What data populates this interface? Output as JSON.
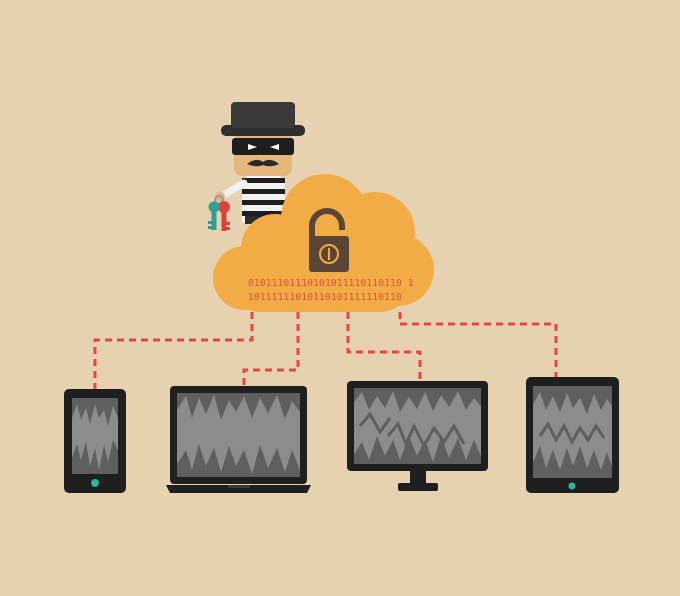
{
  "illustration": {
    "binary_lines": [
      "01011101110101011110110110 1",
      "10111111010110101111110110"
    ],
    "colors": {
      "background": "#e6d1b0",
      "cloud": "#f2ac45",
      "binary_text": "#e0503c",
      "connector": "#e8483c",
      "device_frame": "#1f1f1f",
      "screen": "#5f5f5f",
      "waveform": "#8c8c8c",
      "home_button": "#2bb5a0",
      "padlock": "#5b4636",
      "key_red": "#d9433a",
      "key_teal": "#2f9e95"
    },
    "icons": [
      "thief",
      "cloud",
      "open-padlock",
      "keys",
      "smartphone",
      "laptop",
      "desktop-monitor",
      "tablet"
    ]
  }
}
